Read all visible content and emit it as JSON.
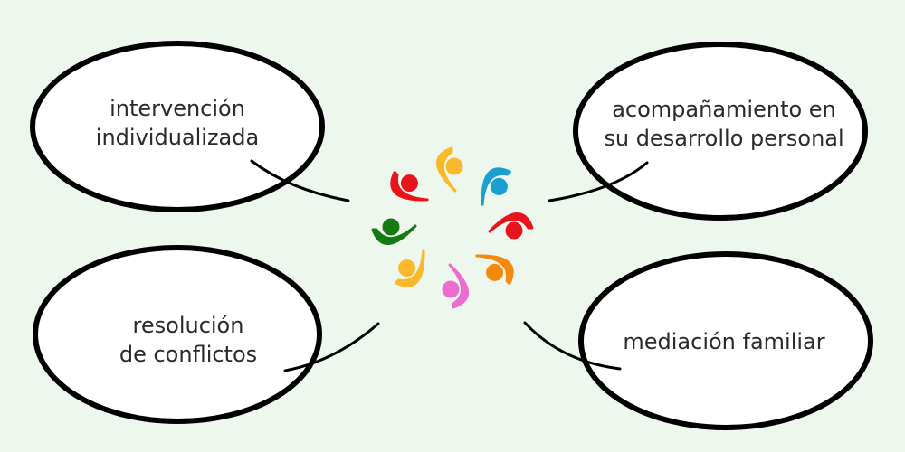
{
  "bubbles": [
    {
      "id": "tl",
      "lines": [
        "intervención",
        "individualizada"
      ]
    },
    {
      "id": "tr",
      "lines": [
        "acompañamiento en",
        "su desarrollo personal"
      ]
    },
    {
      "id": "bl",
      "lines": [
        "resolución",
        "de conflictos"
      ]
    },
    {
      "id": "br",
      "lines": [
        "mediación familiar"
      ]
    }
  ],
  "center_logo": {
    "icon": "people-circle-icon",
    "figure_colors": [
      "#e8141b",
      "#f9b92b",
      "#1aa0d0",
      "#e8141b",
      "#f5890e",
      "#ec6ccf",
      "#f9b92b",
      "#167a12"
    ]
  },
  "colors": {
    "background": "#eef7ee",
    "stroke": "#000000"
  }
}
